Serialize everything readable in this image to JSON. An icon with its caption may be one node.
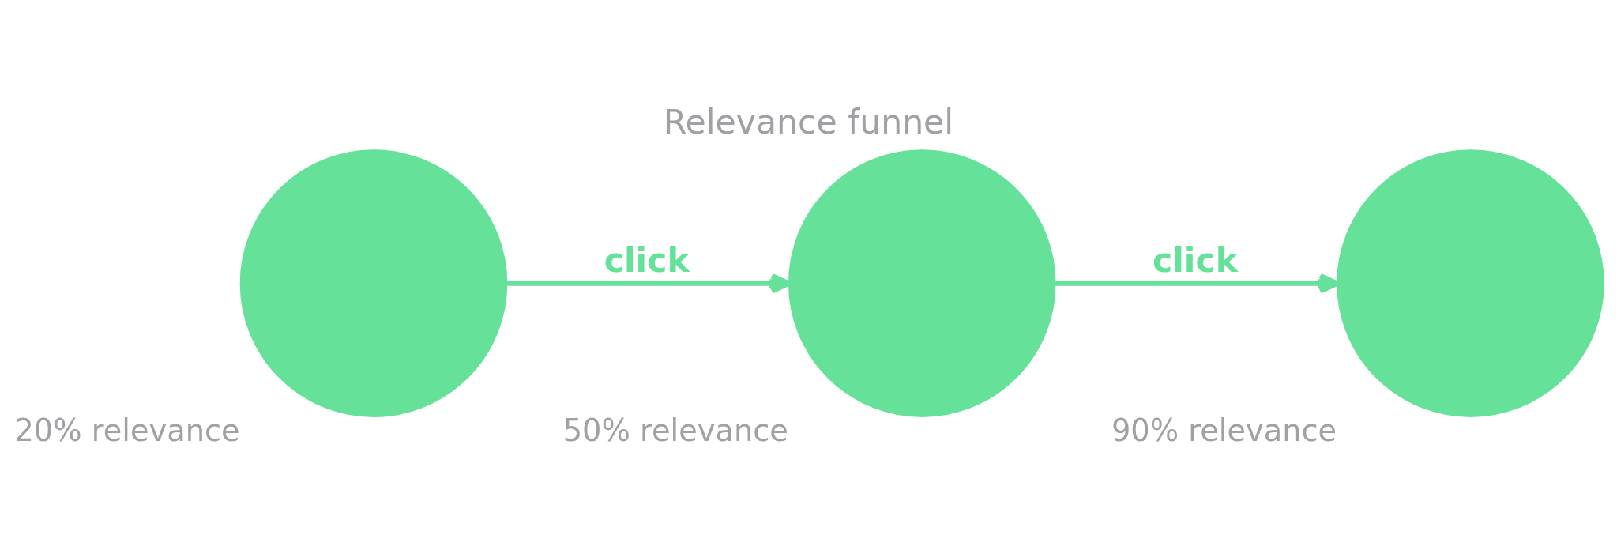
{
  "diagram": {
    "title": "Relevance funnel",
    "nodes": [
      {
        "text": [],
        "shape": "circle",
        "beside": [
          "20% relevance"
        ]
      },
      {
        "text": [],
        "shape": "circle",
        "beside": [
          "50% relevance"
        ]
      },
      {
        "text": [],
        "shape": "circle",
        "beside": [
          "90% relevance"
        ]
      }
    ],
    "edges": [
      {
        "from": 0,
        "to": 1,
        "arrow": "to",
        "label": "click"
      },
      {
        "from": 1,
        "to": 2,
        "arrow": "to",
        "label": "click"
      }
    ]
  }
}
